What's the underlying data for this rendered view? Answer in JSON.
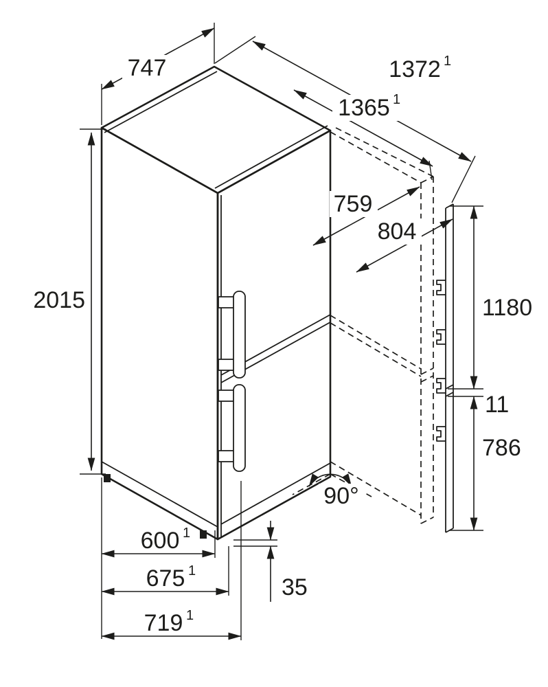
{
  "page": {
    "background": "#ffffff",
    "line_color": "#1d1d1b"
  },
  "diagram": {
    "type": "dimension-diagram",
    "dimensions": {
      "depth_top": {
        "value": "747",
        "sup": ""
      },
      "clearance_outer": {
        "value": "1372",
        "sup": "1"
      },
      "clearance_inner": {
        "value": "1365",
        "sup": "1"
      },
      "swing_upper": {
        "value": "759",
        "sup": ""
      },
      "swing_lower": {
        "value": "804",
        "sup": ""
      },
      "height": {
        "value": "2015",
        "sup": ""
      },
      "upper_door_height": {
        "value": "1180",
        "sup": ""
      },
      "door_gap": {
        "value": "11",
        "sup": ""
      },
      "lower_door_height": {
        "value": "786",
        "sup": ""
      },
      "opening_angle": {
        "value": "90°",
        "sup": ""
      },
      "depth_body": {
        "value": "600",
        "sup": "1"
      },
      "depth_incl_door": {
        "value": "675",
        "sup": "1"
      },
      "depth_total": {
        "value": "719",
        "sup": "1"
      },
      "base_clearance": {
        "value": "35",
        "sup": ""
      }
    }
  }
}
